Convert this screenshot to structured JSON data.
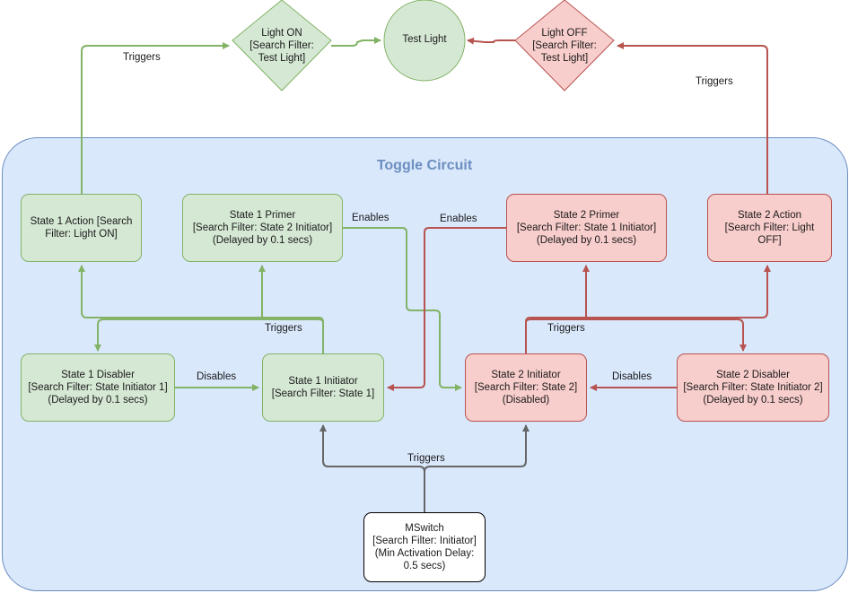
{
  "region": {
    "title": "Toggle Circuit"
  },
  "top": {
    "light_on": [
      "Light ON",
      "[Search Filter:",
      "Test Light]"
    ],
    "test_light": "Test Light",
    "light_off": [
      "Light OFF",
      "[Search Filter:",
      "Test Light]"
    ]
  },
  "nodes": {
    "state1_action": [
      "State 1 Action [Search",
      "Filter: Light ON]"
    ],
    "state1_primer": [
      "State 1 Primer",
      "[Search Filter: State 2 Initiator]",
      "(Delayed by 0.1 secs)"
    ],
    "state2_primer": [
      "State 2 Primer",
      "[Search Filter: State 1 Initiator]",
      "(Delayed by 0.1 secs)"
    ],
    "state2_action": [
      "State 2 Action",
      "[Search Filter: Light OFF]"
    ],
    "state1_disabler": [
      "State 1 Disabler",
      "[Search Filter: State Initiator 1]",
      "(Delayed by 0.1 secs)"
    ],
    "state1_initiator": [
      "State 1 Initiator",
      "[Search Filter: State 1]"
    ],
    "state2_initiator": [
      "State 2 Initiator",
      "[Search Filter: State 2]",
      "(Disabled)"
    ],
    "state2_disabler": [
      "State 2 Disabler",
      "[Search Filter: State Initiator 2]",
      "(Delayed by 0.1 secs)"
    ],
    "mswitch": [
      "MSwitch",
      "[Search Filter: Initiator]",
      "(Min Activation Delay:",
      "0.5 secs)"
    ]
  },
  "edge_labels": {
    "triggers_top_left": "Triggers",
    "triggers_top_right": "Triggers",
    "enables_left": "Enables",
    "enables_right": "Enables",
    "triggers_mid_left": "Triggers",
    "triggers_mid_right": "Triggers",
    "disables_left": "Disables",
    "disables_right": "Disables",
    "triggers_bottom": "Triggers"
  },
  "colors": {
    "green_fill": "#d5e8d4",
    "green_stroke": "#82b366",
    "red_fill": "#f8cecc",
    "red_stroke": "#b85450",
    "blue_fill": "#dae8fc",
    "blue_stroke": "#6c8ebf",
    "gray_stroke": "#666666"
  }
}
